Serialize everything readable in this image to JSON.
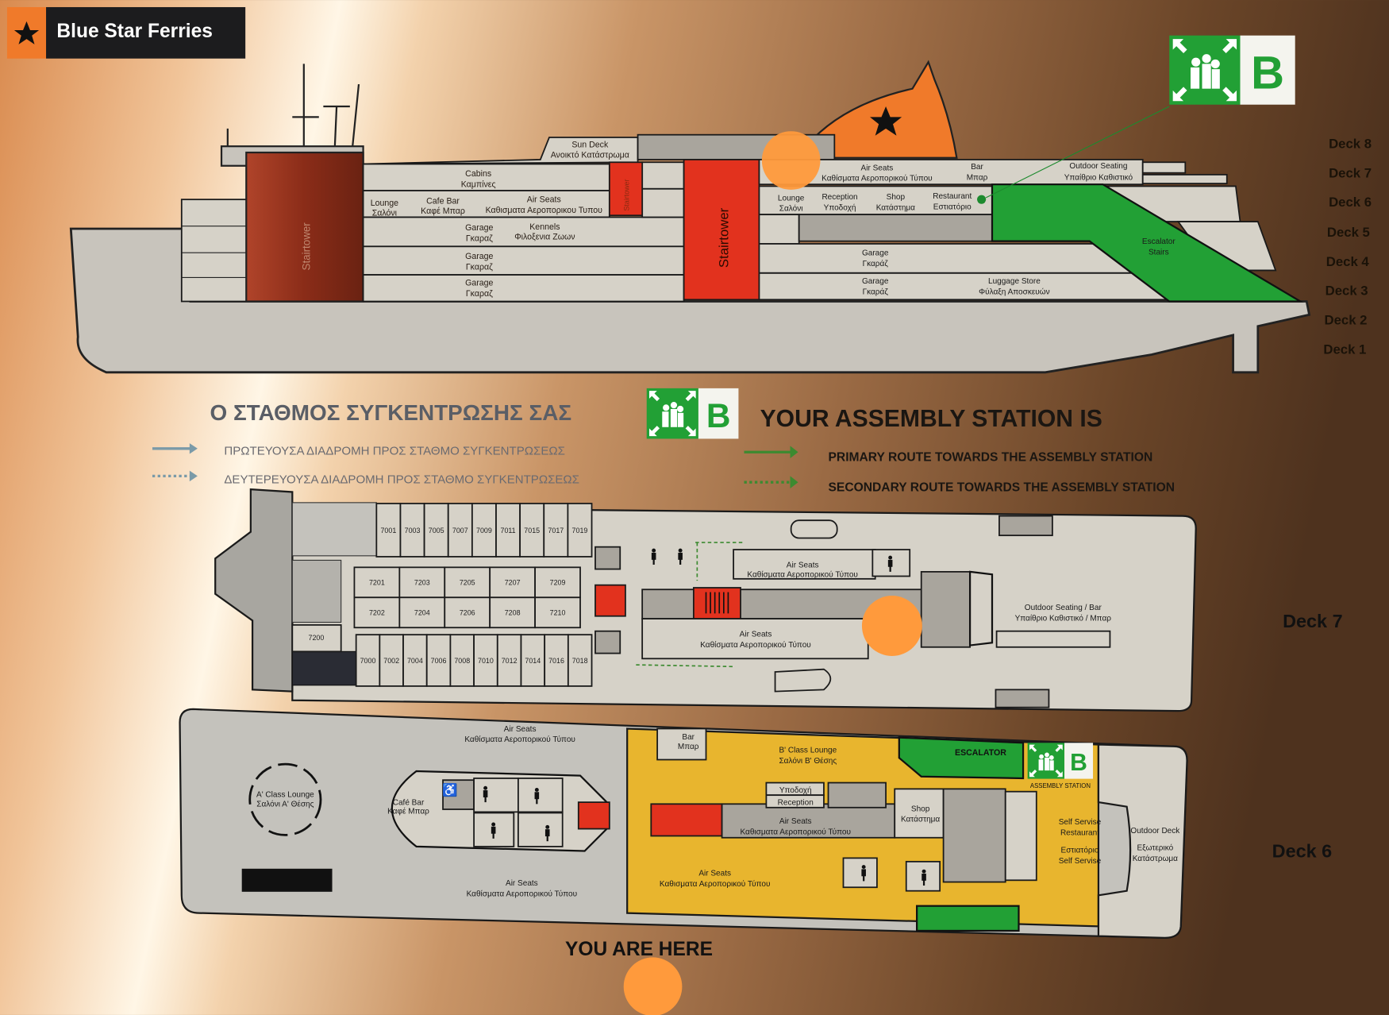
{
  "logo": {
    "brand": "Blue Star Ferries"
  },
  "profile": {
    "sun_deck": [
      "Sun Deck",
      "Ανοικτό Κατάστρωμα"
    ],
    "cabins": [
      "Cabins",
      "Καμπίνες"
    ],
    "lounge_aft": [
      "Lounge",
      "Σαλόνι"
    ],
    "cafe_bar": [
      "Cafe Bar",
      "Καφέ Μπαρ"
    ],
    "air_seats_aft": [
      "Air Seats",
      "Καθισματα Αεροπορικου Τυπου"
    ],
    "garage_5": [
      "Garage",
      "Γκαραζ"
    ],
    "kennels": [
      "Kennels",
      "Φιλοξενια Ζωων"
    ],
    "garage_4": [
      "Garage",
      "Γκαραζ"
    ],
    "garage_3": [
      "Garage",
      "Γκαραζ"
    ],
    "stairtower_small": "Stairtower",
    "stairtower_big": "Stairtower",
    "stairtower_funnel": "Stairtower",
    "air_seats_fwd": [
      "Air Seats",
      "Καθίσματα Αεροπορικού Τύπου"
    ],
    "bar": [
      "Bar",
      "Μπαρ"
    ],
    "outdoor_seating": [
      "Outdoor Seating",
      "Υπαίθριο Καθιστικό"
    ],
    "lounge_fwd": [
      "Lounge",
      "Σαλόνι"
    ],
    "reception": [
      "Reception",
      "Υποδοχή"
    ],
    "shop": [
      "Shop",
      "Κατάστημα"
    ],
    "restaurant": [
      "Restaurant",
      "Εστιατόριο"
    ],
    "garage_fwd_4": [
      "Garage",
      "Γκαράζ"
    ],
    "garage_fwd_3": [
      "Garage",
      "Γκαράζ"
    ],
    "luggage": [
      "Luggage Store",
      "Φύλαξη Αποσκευών"
    ],
    "escalator": [
      "Escalator",
      "Stairs"
    ],
    "decks": [
      "Deck 8",
      "Deck 7",
      "Deck 6",
      "Deck 5",
      "Deck 4",
      "Deck 3",
      "Deck 2",
      "Deck 1"
    ]
  },
  "assembly": {
    "letter": "B",
    "heading_greek": "Ο ΣΤΑΘΜΟΣ ΣΥΓΚΕΝΤΡΩΣΗΣ ΣΑΣ",
    "heading_english": "YOUR ASSEMBLY STATION IS",
    "primary_greek": "ΠΡΩΤΕΥΟΥΣΑ ΔΙΑΔΡΟΜΗ ΠΡΟΣ ΣΤΑΘΜΟ ΣΥΓΚΕΝΤΡΩΣΕΩΣ",
    "secondary_greek": "ΔΕΥΤΕΡΕΥΟΥΣΑ ΔΙΑΔΡΟΜΗ ΠΡΟΣ ΣΤΑΘΜΟ ΣΥΓΚΕΝΤΡΩΣΕΩΣ",
    "primary_english": "PRIMARY ROUTE TOWARDS THE ASSEMBLY STATION",
    "secondary_english": "SECONDARY ROUTE TOWARDS THE ASSEMBLY STATION",
    "station_label": "ASSEMBLY STATION"
  },
  "deck7": {
    "label": "Deck 7",
    "cabins_top": [
      "7001",
      "7003",
      "7005",
      "7007",
      "7009",
      "7011",
      "7015",
      "7017",
      "7019"
    ],
    "cabins_mid1": [
      "7201",
      "7203",
      "7205",
      "7207",
      "7209"
    ],
    "cabins_mid2": [
      "7202",
      "7204",
      "7206",
      "7208",
      "7210"
    ],
    "cabins_bottom": [
      "7000",
      "7002",
      "7004",
      "7006",
      "7008",
      "7010",
      "7012",
      "7014",
      "7016",
      "7018"
    ],
    "cabin_single": "7200",
    "air_seats_upper": [
      "Air Seats",
      "Καθίσματα Αεροπορικού Τύπου"
    ],
    "air_seats_lower": [
      "Air Seats",
      "Καθίσματα Αεροπορικού Τύπου"
    ],
    "outdoor": [
      "Outdoor Seating / Bar",
      "Υπαίθριο Καθιστικό / Μπαρ"
    ]
  },
  "deck6": {
    "label": "Deck 6",
    "a_lounge": [
      "A' Class Lounge",
      "Σαλόνι Α' Θέσης"
    ],
    "cafe_bar": [
      "Café Bar",
      "Καφέ Μπαρ"
    ],
    "air_seats_top": [
      "Air Seats",
      "Καθίσματα Αεροπορικού Τύπου"
    ],
    "air_seats_bottom": [
      "Air Seats",
      "Καθίσματα Αεροπορικού Τύπου"
    ],
    "bar": [
      "Bar",
      "Μπαρ"
    ],
    "b_lounge": [
      "B' Class Lounge",
      "Σαλόνι Β' Θέσης"
    ],
    "reception": [
      "Υποδοχή",
      "Reception"
    ],
    "air_seats_mid": [
      "Air Seats",
      "Καθισματα Αεροπορικού Τύπου"
    ],
    "shop": [
      "Shop",
      "Κατάστημα"
    ],
    "air_seats_yellow": [
      "Air Seats",
      "Καθισματα Αεροπορικού Τύπου"
    ],
    "self_service": [
      "Self Servise",
      "Restaurant",
      "Εστιατόριο",
      "Self Servise"
    ],
    "outdoor_deck": [
      "Outdoor Deck",
      "Εξωτερικό",
      "Κατάστρωμα"
    ],
    "escalator": "ESCALATOR"
  },
  "you_are_here": "YOU ARE HERE",
  "colors": {
    "red": "#e2321e",
    "green": "#22a035",
    "orange": "#f07a2a",
    "yellow": "#e8b52e",
    "marker": "#ff9a3c"
  }
}
